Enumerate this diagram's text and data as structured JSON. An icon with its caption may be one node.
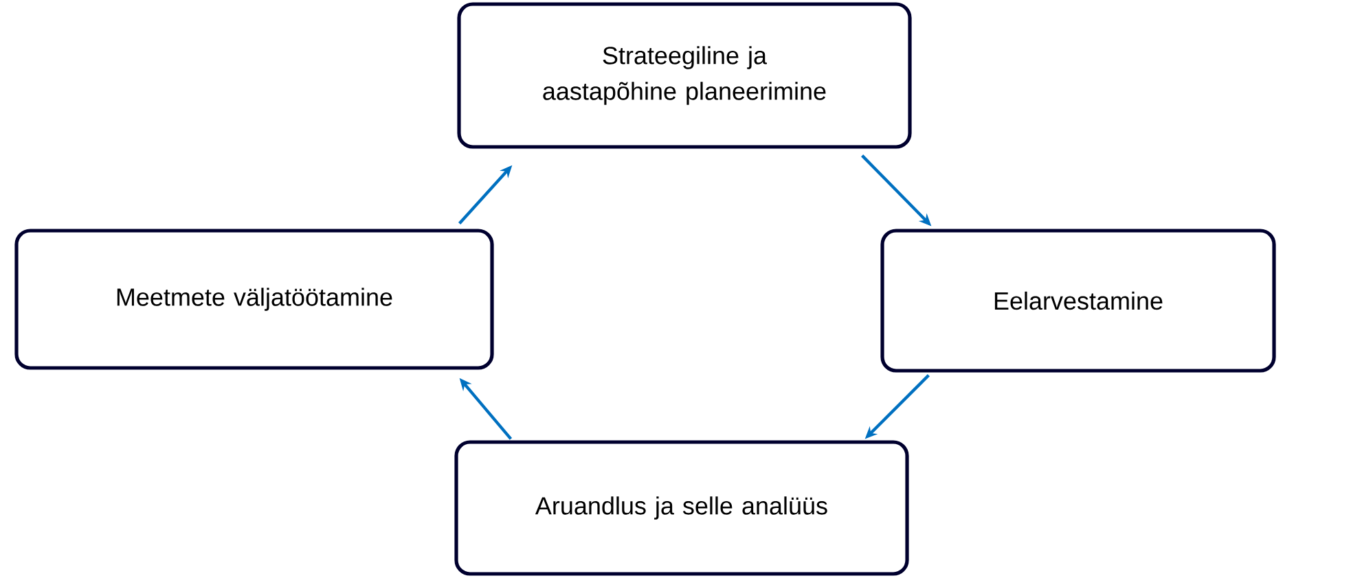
{
  "diagram": {
    "nodes": [
      {
        "text": [
          "Strateegiline ja aastapõhine planeerimine"
        ]
      },
      {
        "text": [
          "Eelarvestamine"
        ]
      },
      {
        "text": [
          "Aruandlus ja selle analüüs"
        ]
      },
      {
        "text": [
          "Meetmete väljatöötamine"
        ]
      }
    ],
    "edges": [
      {
        "from": 0,
        "to": 1,
        "arrow": "to"
      },
      {
        "from": 1,
        "to": 2,
        "arrow": "to"
      },
      {
        "from": 2,
        "to": 3,
        "arrow": "to"
      },
      {
        "from": 3,
        "to": 0,
        "arrow": "to"
      }
    ]
  }
}
